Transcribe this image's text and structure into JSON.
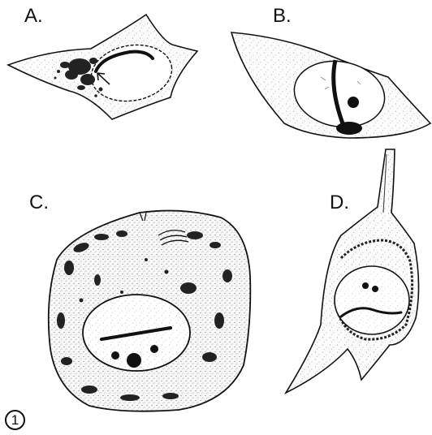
{
  "figure": {
    "number": "1",
    "panels": [
      {
        "id": "A",
        "label": "A."
      },
      {
        "id": "B",
        "label": "B."
      },
      {
        "id": "C",
        "label": "C."
      },
      {
        "id": "D",
        "label": "D."
      }
    ]
  },
  "colors": {
    "ink": "#111111",
    "cytoplasm": "#f7f7f7",
    "nucleus": "#ffffff",
    "stipple": "#444444"
  }
}
